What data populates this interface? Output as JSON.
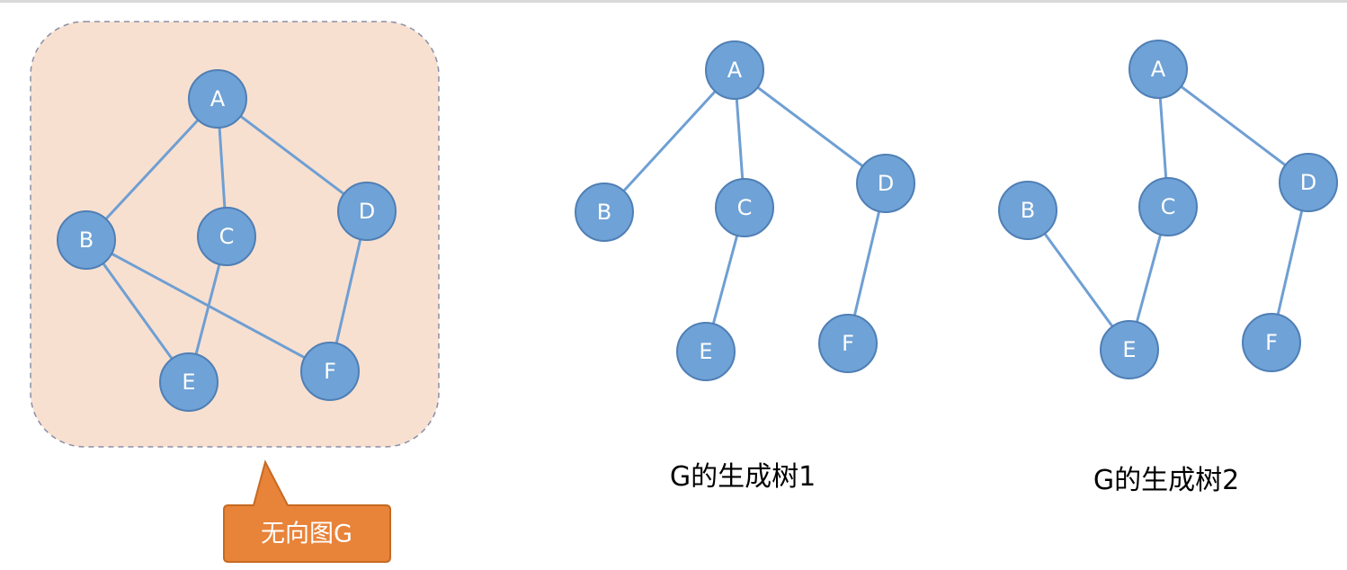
{
  "colors": {
    "graph_panel_fill": "#f8e0d0",
    "graph_panel_border": "#8a8fa6",
    "node_fill": "#6fa2d6",
    "node_stroke": "#4f7fb5",
    "edge": "#6f9fd3",
    "callout_fill": "#e8833a",
    "callout_stroke": "#c66a22",
    "callout_text": "#ffffff"
  },
  "graph_g": {
    "callout_label": "无向图G",
    "nodes": [
      {
        "id": "A",
        "label": "A"
      },
      {
        "id": "B",
        "label": "B"
      },
      {
        "id": "C",
        "label": "C"
      },
      {
        "id": "D",
        "label": "D"
      },
      {
        "id": "E",
        "label": "E"
      },
      {
        "id": "F",
        "label": "F"
      }
    ],
    "edges": [
      [
        "A",
        "B"
      ],
      [
        "A",
        "C"
      ],
      [
        "A",
        "D"
      ],
      [
        "B",
        "E"
      ],
      [
        "B",
        "F"
      ],
      [
        "C",
        "E"
      ],
      [
        "D",
        "F"
      ]
    ]
  },
  "spanning_tree_1": {
    "caption": "G的生成树1",
    "nodes": [
      {
        "id": "A",
        "label": "A"
      },
      {
        "id": "B",
        "label": "B"
      },
      {
        "id": "C",
        "label": "C"
      },
      {
        "id": "D",
        "label": "D"
      },
      {
        "id": "E",
        "label": "E"
      },
      {
        "id": "F",
        "label": "F"
      }
    ],
    "edges": [
      [
        "A",
        "B"
      ],
      [
        "A",
        "C"
      ],
      [
        "A",
        "D"
      ],
      [
        "C",
        "E"
      ],
      [
        "D",
        "F"
      ]
    ]
  },
  "spanning_tree_2": {
    "caption": "G的生成树2",
    "nodes": [
      {
        "id": "A",
        "label": "A"
      },
      {
        "id": "B",
        "label": "B"
      },
      {
        "id": "C",
        "label": "C"
      },
      {
        "id": "D",
        "label": "D"
      },
      {
        "id": "E",
        "label": "E"
      },
      {
        "id": "F",
        "label": "F"
      }
    ],
    "edges": [
      [
        "A",
        "C"
      ],
      [
        "A",
        "D"
      ],
      [
        "B",
        "E"
      ],
      [
        "C",
        "E"
      ],
      [
        "D",
        "F"
      ]
    ]
  }
}
